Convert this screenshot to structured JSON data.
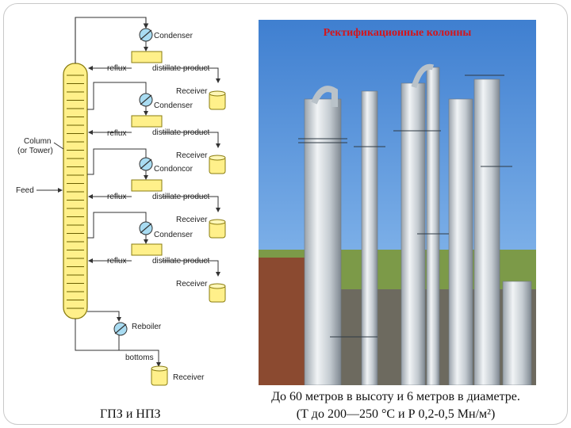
{
  "diagram": {
    "labels": {
      "condenser": "Condenser",
      "condenser_misspelled": "Condoncor",
      "reflux": "reflux",
      "distillate_product": "distillate  product",
      "receiver": "Receiver",
      "column": "Column",
      "or_tower": "(or Tower)",
      "feed": "Feed",
      "reboiler": "Reboiler",
      "bottoms": "bottoms"
    },
    "colors": {
      "vessel_fill": "#fff08a",
      "vessel_stroke": "#8a7d10",
      "exchanger_fill": "#a9dcf2",
      "line": "#333333"
    }
  },
  "photo": {
    "title": "Ректификационные колонны",
    "title_color": "#d2161c"
  },
  "caption": {
    "line1": "До 60 метров в высоту и 6 метров в диаметре.",
    "line2": "(Т до 200—250 °С и Р 0,2-0,5 Мн/м²)"
  },
  "bottom_left": "ГПЗ и НПЗ"
}
